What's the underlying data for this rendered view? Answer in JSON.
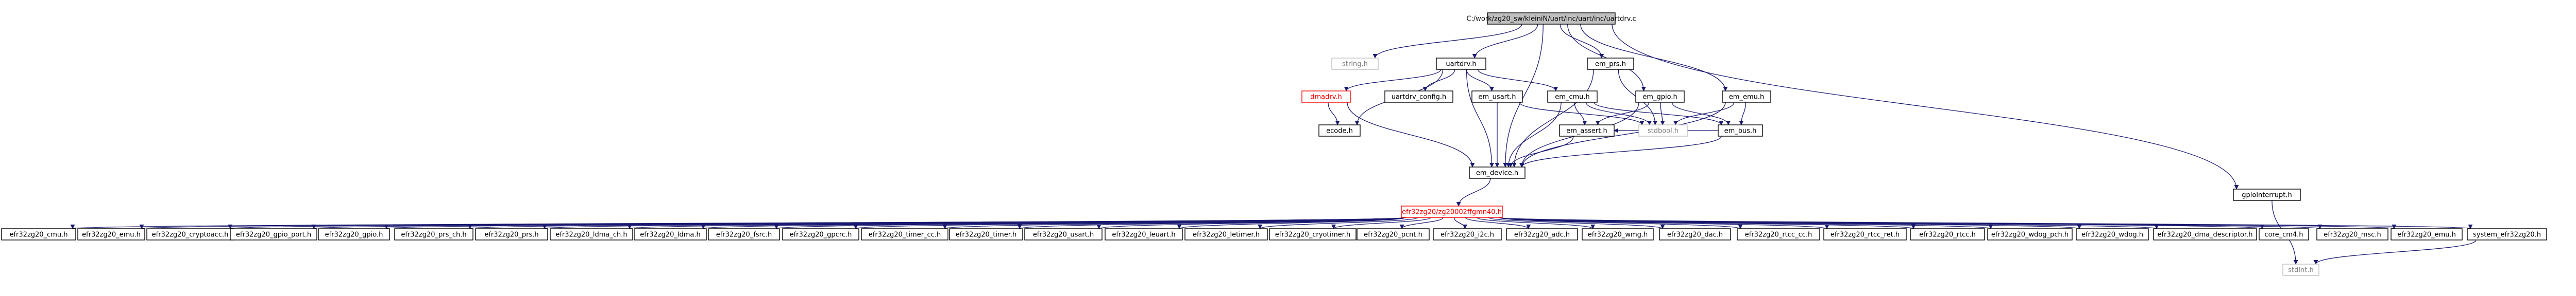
{
  "colors": {
    "edge": "#191970",
    "node_border": "#000000",
    "node_fill": "#ffffff",
    "root_fill": "#bfbfbf",
    "node_text": "#000000",
    "gray_border": "#bfbfbf",
    "gray_text": "#7f7f7f",
    "red_border": "#ff0000",
    "red_text": "#ff0000"
  },
  "graph": {
    "nodes": [
      {
        "id": "root",
        "label": "C:/work/zg20_sw/kleiniN/uart/inc/uart/inc/uartdrv.c",
        "style": "root"
      },
      {
        "id": "string",
        "label": "string.h",
        "style": "gray"
      },
      {
        "id": "uartdrv",
        "label": "uartdrv.h",
        "style": "normal"
      },
      {
        "id": "em_prs",
        "label": "em_prs.h",
        "style": "normal"
      },
      {
        "id": "em_gpio",
        "label": "em_gpio.h",
        "style": "normal"
      },
      {
        "id": "em_emu",
        "label": "em_emu.h",
        "style": "normal"
      },
      {
        "id": "gpiointerrupt",
        "label": "gpiointerrupt.h",
        "style": "normal"
      },
      {
        "id": "dmadrv",
        "label": "dmadrv.h",
        "style": "red"
      },
      {
        "id": "uartdrv_config",
        "label": "uartdrv_config.h",
        "style": "normal"
      },
      {
        "id": "em_usart",
        "label": "em_usart.h",
        "style": "normal"
      },
      {
        "id": "em_cmu",
        "label": "em_cmu.h",
        "style": "normal"
      },
      {
        "id": "ecode",
        "label": "ecode.h",
        "style": "normal"
      },
      {
        "id": "em_assert",
        "label": "em_assert.h",
        "style": "normal"
      },
      {
        "id": "stdbool",
        "label": "stdbool.h",
        "style": "gray"
      },
      {
        "id": "em_bus",
        "label": "em_bus.h",
        "style": "normal"
      },
      {
        "id": "em_device",
        "label": "em_device.h",
        "style": "normal"
      },
      {
        "id": "efr32",
        "label": "efr32zg20/zg20002ffgmn40.h",
        "style": "red"
      },
      {
        "id": "b_cmu",
        "label": "efr32zg20_cmu.h",
        "style": "normal"
      },
      {
        "id": "b_emu",
        "label": "efr32zg20_emu.h",
        "style": "normal"
      },
      {
        "id": "b_cryptoacc",
        "label": "efr32zg20_cryptoacc.h",
        "style": "normal"
      },
      {
        "id": "b_gpio_p",
        "label": "efr32zg20_gpio_port.h",
        "style": "normal"
      },
      {
        "id": "b_gpio",
        "label": "efr32zg20_gpio.h",
        "style": "normal"
      },
      {
        "id": "b_prs_ch",
        "label": "efr32zg20_prs_ch.h",
        "style": "normal"
      },
      {
        "id": "b_prs",
        "label": "efr32zg20_prs.h",
        "style": "normal"
      },
      {
        "id": "b_ldma_ch",
        "label": "efr32zg20_ldma_ch.h",
        "style": "normal"
      },
      {
        "id": "b_ldma",
        "label": "efr32zg20_ldma.h",
        "style": "normal"
      },
      {
        "id": "b_fsrc",
        "label": "efr32zg20_fsrc.h",
        "style": "normal"
      },
      {
        "id": "b_gpcrc",
        "label": "efr32zg20_gpcrc.h",
        "style": "normal"
      },
      {
        "id": "b_timer_cc",
        "label": "efr32zg20_timer_cc.h",
        "style": "normal"
      },
      {
        "id": "b_timer",
        "label": "efr32zg20_timer.h",
        "style": "normal"
      },
      {
        "id": "b_usart",
        "label": "efr32zg20_usart.h",
        "style": "normal"
      },
      {
        "id": "b_leuart",
        "label": "efr32zg20_leuart.h",
        "style": "normal"
      },
      {
        "id": "b_letimer",
        "label": "efr32zg20_letimer.h",
        "style": "normal"
      },
      {
        "id": "b_cryotimer",
        "label": "efr32zg20_cryotimer.h",
        "style": "normal"
      },
      {
        "id": "b_pcnt",
        "label": "efr32zg20_pcnt.h",
        "style": "normal"
      },
      {
        "id": "b_i2c",
        "label": "efr32zg20_i2c.h",
        "style": "normal"
      },
      {
        "id": "b_adc",
        "label": "efr32zg20_adc.h",
        "style": "normal"
      },
      {
        "id": "b_wmg",
        "label": "efr32zg20_wmg.h",
        "style": "normal"
      },
      {
        "id": "b_dac",
        "label": "efr32zg20_dac.h",
        "style": "normal"
      },
      {
        "id": "b_rtcc_cc",
        "label": "efr32zg20_rtcc_cc.h",
        "style": "normal"
      },
      {
        "id": "b_rtcc_ret",
        "label": "efr32zg20_rtcc_ret.h",
        "style": "normal"
      },
      {
        "id": "b_rtcc",
        "label": "efr32zg20_rtcc.h",
        "style": "normal"
      },
      {
        "id": "b_wdog_pch",
        "label": "efr32zg20_wdog_pch.h",
        "style": "normal"
      },
      {
        "id": "b_wdog",
        "label": "efr32zg20_wdog.h",
        "style": "normal"
      },
      {
        "id": "b_dmadesc",
        "label": "efr32zg20_dma_descriptor.h",
        "style": "normal"
      },
      {
        "id": "core_cm4",
        "label": "core_cm4.h",
        "style": "normal"
      },
      {
        "id": "b_msc",
        "label": "efr32zg20_msc.h",
        "style": "normal"
      },
      {
        "id": "b_emu2",
        "label": "efr32zg20_emu.h",
        "style": "normal"
      },
      {
        "id": "system",
        "label": "system_efr32zg20.h",
        "style": "normal"
      },
      {
        "id": "stdint",
        "label": "stdint.h",
        "style": "gray"
      }
    ],
    "edges": [
      [
        "root",
        "string"
      ],
      [
        "root",
        "uartdrv"
      ],
      [
        "root",
        "em_prs"
      ],
      [
        "root",
        "em_gpio"
      ],
      [
        "root",
        "em_emu"
      ],
      [
        "root",
        "gpiointerrupt"
      ],
      [
        "root",
        "em_device"
      ],
      [
        "uartdrv",
        "dmadrv"
      ],
      [
        "uartdrv",
        "uartdrv_config"
      ],
      [
        "uartdrv",
        "em_usart"
      ],
      [
        "uartdrv",
        "em_cmu"
      ],
      [
        "uartdrv",
        "ecode"
      ],
      [
        "uartdrv",
        "em_device"
      ],
      [
        "dmadrv",
        "ecode"
      ],
      [
        "dmadrv",
        "em_device"
      ],
      [
        "em_usart",
        "stdbool"
      ],
      [
        "em_usart",
        "em_device"
      ],
      [
        "em_cmu",
        "em_assert"
      ],
      [
        "em_cmu",
        "stdbool"
      ],
      [
        "em_cmu",
        "em_bus"
      ],
      [
        "em_cmu",
        "em_device"
      ],
      [
        "em_prs",
        "stdbool"
      ],
      [
        "em_prs",
        "em_device"
      ],
      [
        "em_gpio",
        "em_assert"
      ],
      [
        "em_gpio",
        "stdbool"
      ],
      [
        "em_gpio",
        "em_bus"
      ],
      [
        "em_gpio",
        "em_device"
      ],
      [
        "em_emu",
        "stdbool"
      ],
      [
        "em_emu",
        "em_bus"
      ],
      [
        "em_emu",
        "em_device"
      ],
      [
        "em_bus",
        "em_assert"
      ],
      [
        "em_bus",
        "em_device"
      ],
      [
        "em_assert",
        "em_device"
      ],
      [
        "em_device",
        "efr32"
      ],
      [
        "gpiointerrupt",
        "stdint"
      ],
      [
        "efr32",
        "b_cmu"
      ],
      [
        "efr32",
        "b_emu"
      ],
      [
        "efr32",
        "b_cryptoacc"
      ],
      [
        "efr32",
        "b_gpio_p"
      ],
      [
        "efr32",
        "b_gpio"
      ],
      [
        "efr32",
        "b_prs_ch"
      ],
      [
        "efr32",
        "b_prs"
      ],
      [
        "efr32",
        "b_ldma_ch"
      ],
      [
        "efr32",
        "b_ldma"
      ],
      [
        "efr32",
        "b_fsrc"
      ],
      [
        "efr32",
        "b_gpcrc"
      ],
      [
        "efr32",
        "b_timer_cc"
      ],
      [
        "efr32",
        "b_timer"
      ],
      [
        "efr32",
        "b_usart"
      ],
      [
        "efr32",
        "b_leuart"
      ],
      [
        "efr32",
        "b_letimer"
      ],
      [
        "efr32",
        "b_cryotimer"
      ],
      [
        "efr32",
        "b_pcnt"
      ],
      [
        "efr32",
        "b_i2c"
      ],
      [
        "efr32",
        "b_adc"
      ],
      [
        "efr32",
        "b_wmg"
      ],
      [
        "efr32",
        "b_dac"
      ],
      [
        "efr32",
        "b_rtcc_cc"
      ],
      [
        "efr32",
        "b_rtcc_ret"
      ],
      [
        "efr32",
        "b_rtcc"
      ],
      [
        "efr32",
        "b_wdog_pch"
      ],
      [
        "efr32",
        "b_wdog"
      ],
      [
        "efr32",
        "b_dmadesc"
      ],
      [
        "efr32",
        "core_cm4"
      ],
      [
        "efr32",
        "b_msc"
      ],
      [
        "efr32",
        "b_emu2"
      ],
      [
        "efr32",
        "system"
      ],
      [
        "system",
        "stdint"
      ]
    ]
  }
}
